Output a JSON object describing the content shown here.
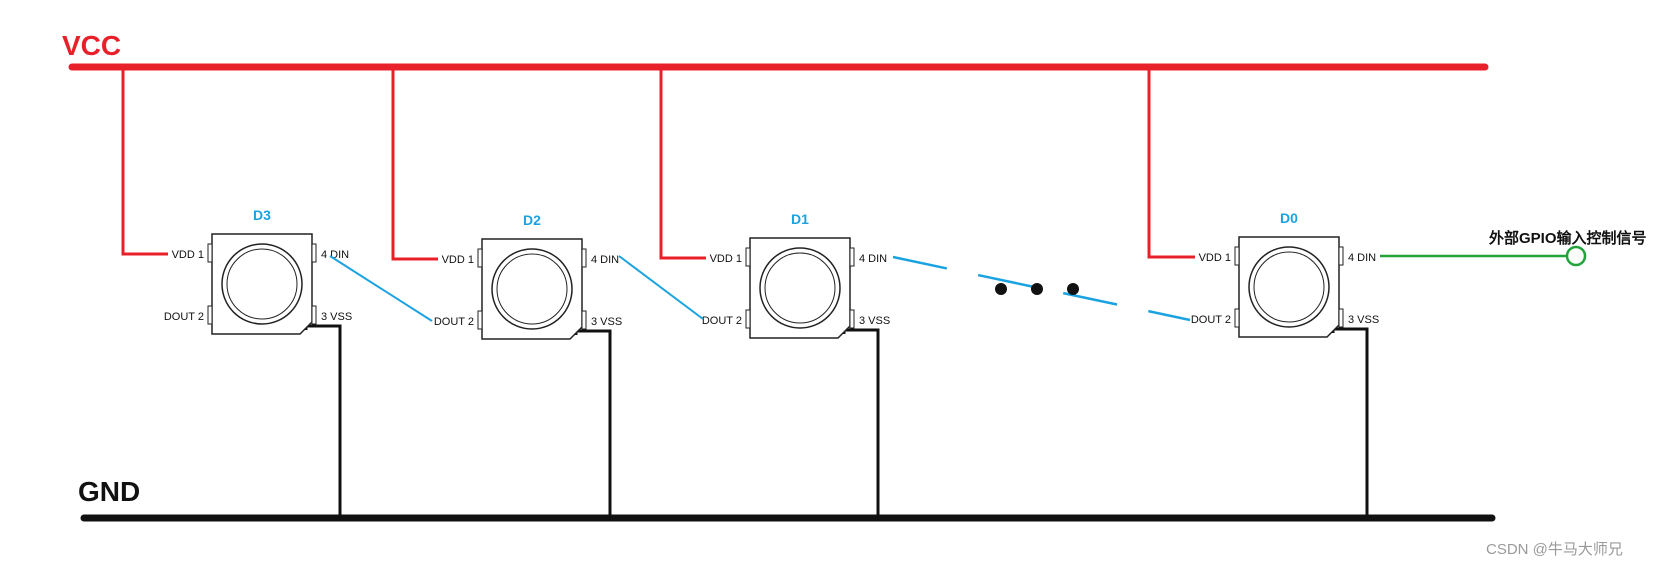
{
  "colors": {
    "vcc": "#e8202a",
    "gnd": "#111111",
    "data": "#1aa3e0",
    "signal": "#22a33a",
    "chip_label": "#1aa3e0"
  },
  "rails": {
    "vcc_label": "VCC",
    "gnd_label": "GND"
  },
  "pins": {
    "vdd": "VDD 1",
    "dout": "DOUT 2",
    "vss": "3  VSS",
    "din": "4  DIN"
  },
  "chips": [
    {
      "name": "D3"
    },
    {
      "name": "D2"
    },
    {
      "name": "D1"
    },
    {
      "name": "D0"
    }
  ],
  "ellipsis_dots": 3,
  "external_signal": {
    "label": "外部GPIO输入控制信号"
  },
  "watermark": "CSDN @牛马大师兄"
}
